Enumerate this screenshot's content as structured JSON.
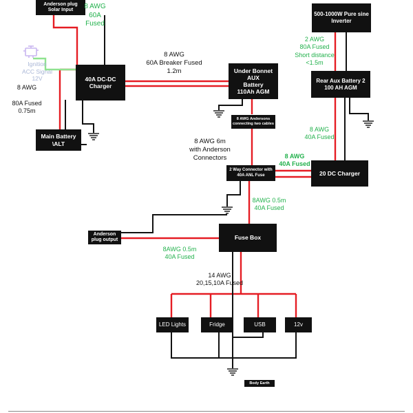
{
  "colors": {
    "positive": "#e51c23",
    "negative": "#111111",
    "green_label": "#22b14c",
    "signal": "#8fe38f"
  },
  "icons": {
    "ignition": "engine-icon",
    "ground": "ground-symbol"
  },
  "components": {
    "anderson_solar": "Anderson plug\nSolar Input",
    "dcdc_40a": "40A DC-DC\nCharger",
    "main_battery": "Main Battery\n\\ALT",
    "aux_battery": "Under Bonnet AUX\nBattery\n110Ah AGM",
    "anderson_connecting": "8 AWG Andersons\nconnecting two cables",
    "inverter": "500-1000W Pure sine\nInverter",
    "rear_aux": "Rear Aux Battery 2\n100 AH AGM",
    "two_way": "2 Way Connector with\n40A ANL Fuse",
    "dc_charger_20": "20 DC Charger",
    "anderson_output": "Anderson\nplug output",
    "fuse_box": "Fuse Box",
    "led_lights": "LED Lights",
    "fridge": "Fridge",
    "usb": "USB",
    "twelve_v": "12v",
    "body_earth": "Body Earth"
  },
  "labels": {
    "solar_wire": "8 AWG\n60A Fused",
    "ignition": "Ignition\nACC Signal\n12V",
    "main_wire": "8 AWG\n\n80A Fused\n0.75m",
    "aux_wire": "8 AWG\n60A Breaker Fused\n1.2m",
    "inverter_wire": "2 AWG\n80A Fused\nShort distance\n<1.5m",
    "rear_aux_wire": "8 AWG\n40A Fused",
    "anderson_run": "8 AWG 6m\nwith Anderson Connectors",
    "dc_charger_wire": "8 AWG\n40A Fused",
    "fuse_box_wire": "8AWG 0.5m\n40A Fused",
    "output_wire": "8AWG 0.5m\n40A Fused",
    "loads_wire": "14 AWG\n20,15,10A Fused"
  }
}
